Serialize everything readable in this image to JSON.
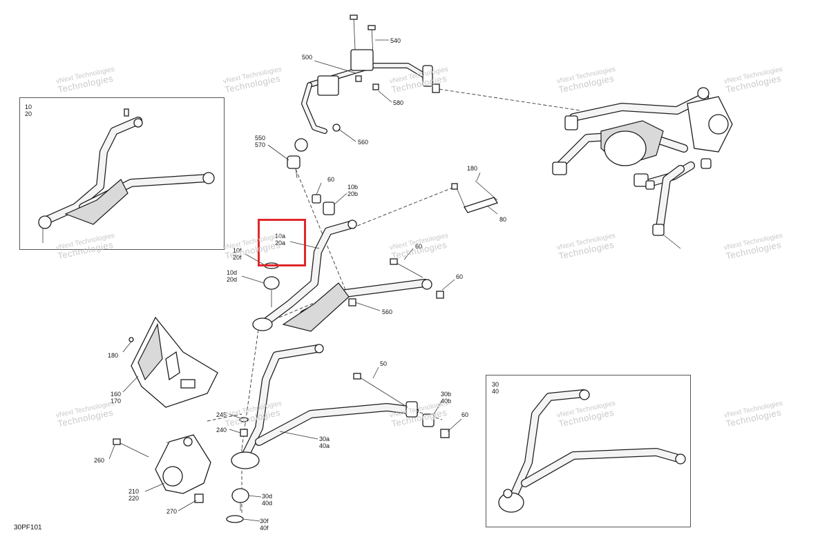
{
  "diagram": {
    "reference_code": "30PF101",
    "watermark": {
      "line1": "vNext",
      "line2": "Technologies",
      "full": "vNext Technologies"
    },
    "highlight_color": "#e0262b",
    "insets": [
      {
        "id": "upper-a-arm-assembly",
        "label": "10\n20"
      },
      {
        "id": "lower-a-arm-assembly",
        "label": "30\n40"
      }
    ],
    "callouts": [
      {
        "id": "540",
        "text": "540"
      },
      {
        "id": "500",
        "text": "500"
      },
      {
        "id": "580",
        "text": "580"
      },
      {
        "id": "550-570",
        "text": "550\n570"
      },
      {
        "id": "560-top",
        "text": "560"
      },
      {
        "id": "60-top",
        "text": "60"
      },
      {
        "id": "10b-20b",
        "text": "10b\n20b"
      },
      {
        "id": "180-right",
        "text": "180"
      },
      {
        "id": "80",
        "text": "80"
      },
      {
        "id": "10a-20a",
        "text": "10a\n20a"
      },
      {
        "id": "10f-20f",
        "text": "10f\n20f"
      },
      {
        "id": "10d-20d",
        "text": "10d\n20d"
      },
      {
        "id": "60-mid",
        "text": "60"
      },
      {
        "id": "60-right",
        "text": "60"
      },
      {
        "id": "560-mid",
        "text": "560"
      },
      {
        "id": "180-left",
        "text": "180"
      },
      {
        "id": "160-170",
        "text": "160\n170"
      },
      {
        "id": "50",
        "text": "50"
      },
      {
        "id": "30b-40b",
        "text": "30b\n40b"
      },
      {
        "id": "60-low",
        "text": "60"
      },
      {
        "id": "245",
        "text": "245"
      },
      {
        "id": "240",
        "text": "240"
      },
      {
        "id": "30a-40a",
        "text": "30a\n40a"
      },
      {
        "id": "260",
        "text": "260"
      },
      {
        "id": "210-220",
        "text": "210\n220"
      },
      {
        "id": "270",
        "text": "270"
      },
      {
        "id": "30d-40d",
        "text": "30d\n40d"
      },
      {
        "id": "30f-40f",
        "text": "30f\n40f"
      }
    ]
  }
}
